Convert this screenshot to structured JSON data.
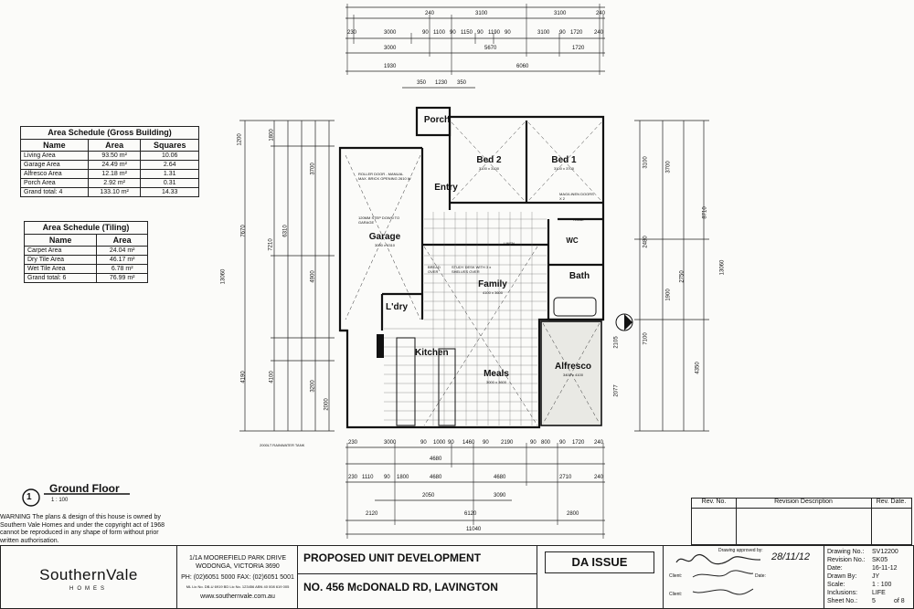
{
  "area_gross": {
    "title": "Area Schedule (Gross Building)",
    "headers": [
      "Name",
      "Area",
      "Squares"
    ],
    "rows": [
      [
        "Living Area",
        "93.50 m²",
        "10.06"
      ],
      [
        "Garage Area",
        "24.49 m²",
        "2.64"
      ],
      [
        "Alfresco Area",
        "12.18 m²",
        "1.31"
      ],
      [
        "Porch Area",
        "2.92 m²",
        "0.31"
      ],
      [
        "Grand total: 4",
        "133.10 m²",
        "14.33"
      ]
    ]
  },
  "area_tiling": {
    "title": "Area Schedule (Tiling)",
    "headers": [
      "Name",
      "Area"
    ],
    "rows": [
      [
        "Carpet Area",
        "24.04 m²"
      ],
      [
        "Dry Tile Area",
        "46.17 m²"
      ],
      [
        "Wet Tile Area",
        "6.78 m²"
      ],
      [
        "Grand total: 6",
        "76.99 m²"
      ]
    ]
  },
  "plan": {
    "rooms": [
      {
        "label": "Porch"
      },
      {
        "label": "Bed 2",
        "dim": "3100 x 3100"
      },
      {
        "label": "Bed 1",
        "dim": "3100 x 3700"
      },
      {
        "label": "Entry"
      },
      {
        "label": "Garage",
        "dim": "3000 x 6310"
      },
      {
        "label": "Family",
        "dim": "4100 x 3600"
      },
      {
        "label": "Bath"
      },
      {
        "label": "WC"
      },
      {
        "label": "L'dry"
      },
      {
        "label": "Kitchen"
      },
      {
        "label": "Meals",
        "dim": "3000 x 3600"
      },
      {
        "label": "Alfresco",
        "dim": "3400 x 4100"
      },
      {
        "label": "LINEN"
      },
      {
        "label": "ROBE"
      }
    ],
    "notes": {
      "roller_door": "ROLLER DOOR - MANUAL",
      "rough_opening": "MAX. BRICK OPENING 2610 W",
      "step_down": "120MM STEP DOWN TO GARAGE",
      "study_desk": "STUDY DESK WITH 3 x SHELVES OVER",
      "bread_over": "BREAD OVER",
      "rainwater": "2000LT RAINWATER TANK",
      "mag_linen": "MAG/LINEN DOORS X 2"
    },
    "dims_top_row1": [
      "240",
      "3100",
      "3100",
      "240"
    ],
    "dims_top_row2": [
      "230",
      "3000",
      "90",
      "1100",
      "90",
      "1150",
      "90",
      "1190",
      "90",
      "3100",
      "90",
      "1720",
      "240"
    ],
    "dims_top_row3": [
      "3000",
      "5670",
      "1720"
    ],
    "dims_top_row4": [
      "1930",
      "6060"
    ],
    "dims_porch": [
      "350",
      "1230",
      "350"
    ],
    "dims_bottom_row1": [
      "230",
      "3000",
      "90",
      "1000",
      "90",
      "1460",
      "90",
      "2190",
      "90",
      "800",
      "90",
      "1720",
      "240"
    ],
    "dims_bottom_row2": [
      "4680",
      "4680"
    ],
    "dims_bottom_row3": [
      "230",
      "1110",
      "90",
      "1800",
      "4680",
      "2710",
      "240"
    ],
    "dims_bottom_row4": [
      "2050",
      "3090"
    ],
    "dims_bottom_row5": [
      "2120",
      "6120",
      "2800"
    ],
    "dims_bottom_total": "11040",
    "dims_left": [
      "1200",
      "1800",
      "3700",
      "7670",
      "7210",
      "6310",
      "4900",
      "13060",
      "4190",
      "4100",
      "3200",
      "2000"
    ],
    "dims_right": [
      "3100",
      "3700",
      "8710",
      "13060",
      "2480",
      "2750",
      "1900",
      "7100",
      "4350",
      "2077",
      "2105"
    ]
  },
  "ground_floor": {
    "number": "1",
    "title": "Ground Floor",
    "scale": "1 : 100"
  },
  "warning": "WARNING The plans & design of this house is owned by Southern Vale Homes and under the copyright act of 1968 cannot be reproduced in any shape of form without prior written authorisation.",
  "revision": {
    "headers": [
      "Rev. No.",
      "Revision Description",
      "Rev. Date."
    ]
  },
  "titleblock": {
    "logo_main": "SouthernVale",
    "logo_sub": "HOMES",
    "address1": "1/1A MOOREFIELD PARK DRIVE",
    "address2": "WODONGA, VICTORIA 3690",
    "phone": "PH: (02)6051 5000  FAX: (02)6051 5001",
    "small_print": "ML Lic No. DB-U 6919   BD Lic No. 123456   ABN 40 008 619 005",
    "web": "www.southernvale.com.au",
    "project": "PROPOSED UNIT DEVELOPMENT",
    "site": "NO. 456 McDONALD RD, LAVINGTON",
    "issue": "DA ISSUE",
    "drawing_approved": "Drawing approved by:",
    "sign_date": "28/11/12",
    "label_client": "Client:",
    "label_date": "Date:",
    "label_client2": "Client:",
    "fields": [
      {
        "label": "Drawing No.:",
        "value": "SV12200"
      },
      {
        "label": "Revision No.:",
        "value": "SK05"
      },
      {
        "label": "Date:",
        "value": "16-11-12"
      },
      {
        "label": "Drawn By:",
        "value": "JY"
      },
      {
        "label": "Scale:",
        "value": "1 : 100"
      },
      {
        "label": "Inclusions:",
        "value": "LIFE"
      },
      {
        "label": "Sheet No.:",
        "value": "5",
        "extra": "of 8"
      }
    ]
  },
  "colors": {
    "ink": "#111111",
    "paper": "#fbfbf9"
  }
}
